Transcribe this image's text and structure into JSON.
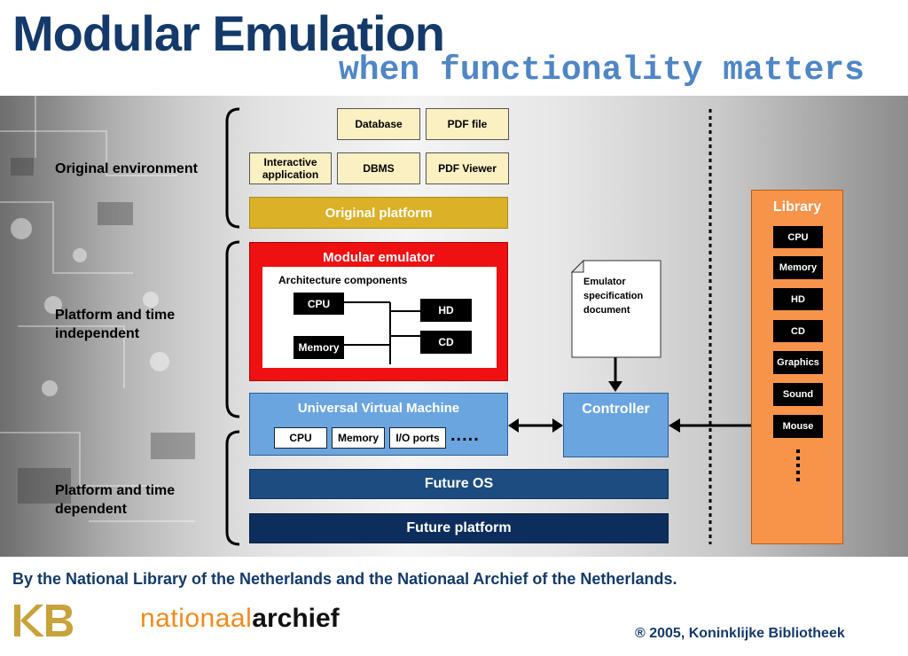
{
  "title": "Modular Emulation",
  "subtitle": "when functionality matters",
  "sections": {
    "original": "Original environment",
    "independent_line1": "Platform and time",
    "independent_line2": "independent",
    "dependent_line1": "Platform and time",
    "dependent_line2": "dependent"
  },
  "original_env": {
    "database": "Database",
    "pdf_file": "PDF file",
    "interactive_line1": "Interactive",
    "interactive_line2": "application",
    "dbms": "DBMS",
    "pdf_viewer": "PDF Viewer",
    "platform": "Original platform"
  },
  "emulator": {
    "title": "Modular emulator",
    "arch_title": "Architecture components",
    "cpu": "CPU",
    "memory": "Memory",
    "hd": "HD",
    "cd": "CD"
  },
  "spec_doc": {
    "line1": "Emulator",
    "line2": "specification",
    "line3": "document"
  },
  "uvm": {
    "title": "Universal Virtual Machine",
    "cpu": "CPU",
    "memory": "Memory",
    "io": "I/O ports",
    "ellipsis": "....."
  },
  "controller": "Controller",
  "future_os": "Future OS",
  "future_platform": "Future platform",
  "library": {
    "title": "Library",
    "items": [
      "CPU",
      "Memory",
      "HD",
      "CD",
      "Graphics",
      "Sound",
      "Mouse"
    ]
  },
  "footer": "By the National Library of the Netherlands and the Nationaal Archief of the Netherlands.",
  "copyright": "® 2005, Koninklijke Bibliotheek",
  "logos": {
    "kb": "KB",
    "nationaal": "nationaal",
    "archief": "archief"
  },
  "colors": {
    "title": "#143a6b",
    "subtitle": "#4f86c6",
    "gold": "#dbb128",
    "emulator_red": "#ef1111",
    "uvm_blue": "#6aa5e0",
    "navy": "#1c4c80",
    "library_orange": "#f8934a"
  }
}
